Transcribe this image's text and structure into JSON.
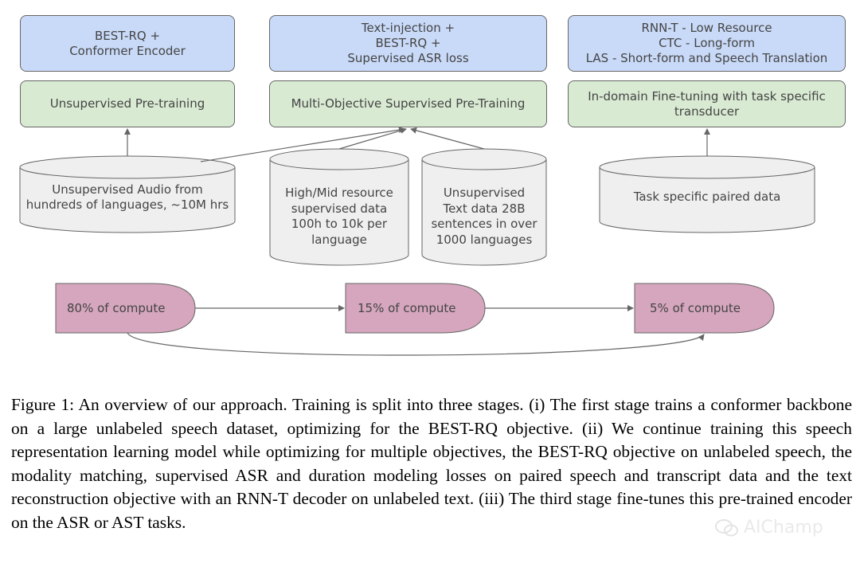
{
  "diagram": {
    "stage1": {
      "objective": "BEST-RQ +\nConformer Encoder",
      "phase": "Unsupervised Pre-training",
      "data": "Unsupervised Audio from\nhundreds of languages, ~10M hrs",
      "compute": "80% of compute"
    },
    "stage2": {
      "objective": "Text-injection +\nBEST-RQ +\nSupervised ASR loss",
      "phase": "Multi-Objective Supervised Pre-Training",
      "data_supervised": "High/Mid resource\nsupervised data\n100h to 10k per\nlanguage",
      "data_text": "Unsupervised\nText data 28B\nsentences in over\n1000 languages",
      "compute": "15% of compute"
    },
    "stage3": {
      "objective": "RNN-T - Low Resource\nCTC - Long-form\nLAS - Short-form and Speech Translation",
      "phase": "In-domain Fine-tuning with task specific\ntransducer",
      "data": "Task specific paired data",
      "compute": "5% of compute"
    },
    "colors": {
      "objective_fill": "#c9daf8",
      "phase_fill": "#d9ead3",
      "database_fill": "#efefef",
      "compute_fill": "#d5a6bd",
      "stroke": "#666666"
    }
  },
  "caption": "Figure 1: An overview of our approach. Training is split into three stages. (i) The first stage trains a conformer backbone on a large unlabeled speech dataset, optimizing for the BEST-RQ objective. (ii) We continue training this speech representation learning model while optimizing for multiple objectives, the BEST-RQ objective on unlabeled speech, the modality matching, supervised ASR and duration modeling losses on paired speech and transcript data and the text reconstruction objective with an RNN-T decoder on unlabeled text. (iii) The third stage fine-tunes this pre-trained encoder on the ASR or AST tasks.",
  "watermark": "AIChamp"
}
